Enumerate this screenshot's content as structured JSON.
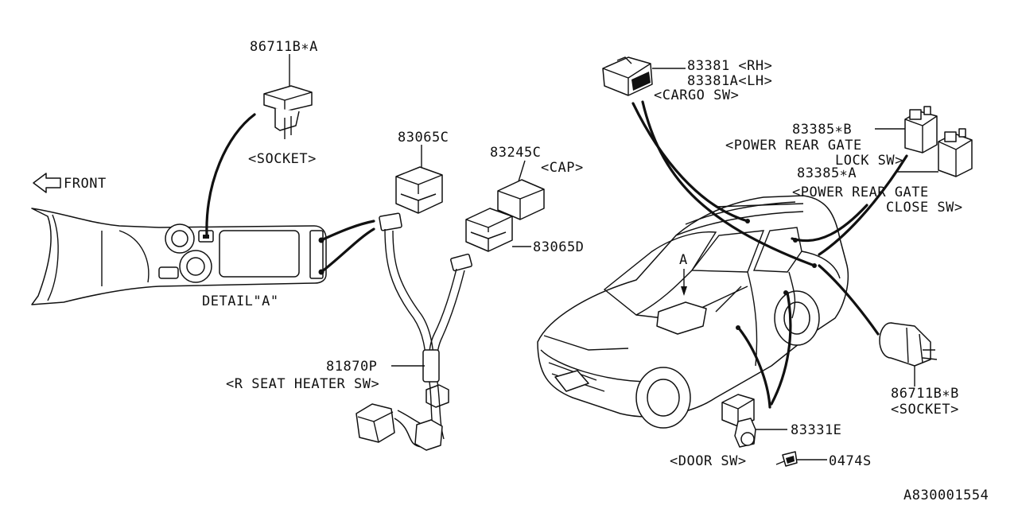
{
  "diagram_id": "A830001554",
  "front_label": "FRONT",
  "detail_label": "DETAIL\"A\"",
  "view_marker": "A",
  "parts": {
    "socket_a": {
      "number": "86711B∗A",
      "desc": "<SOCKET>"
    },
    "harness_c": {
      "number": "83065C"
    },
    "cap": {
      "number": "83245C",
      "desc": "<CAP>"
    },
    "harness_d": {
      "number": "83065D"
    },
    "seat_heater": {
      "number": "81870P",
      "desc": "<R SEAT HEATER SW>"
    },
    "cargo_sw": {
      "number_rh": "83381 <RH>",
      "number_lh": "83381A<LH>",
      "desc": "<CARGO SW>"
    },
    "lock_sw": {
      "number": "83385∗B",
      "desc_1": "<POWER REAR GATE",
      "desc_2": "LOCK SW>"
    },
    "close_sw": {
      "number": "83385∗A",
      "desc_1": "<POWER REAR GATE",
      "desc_2": "CLOSE SW>"
    },
    "socket_b": {
      "number": "86711B∗B",
      "desc": "<SOCKET>"
    },
    "door_sw": {
      "number": "83331E",
      "desc": "<DOOR SW>"
    },
    "screw": {
      "number": "0474S"
    }
  }
}
